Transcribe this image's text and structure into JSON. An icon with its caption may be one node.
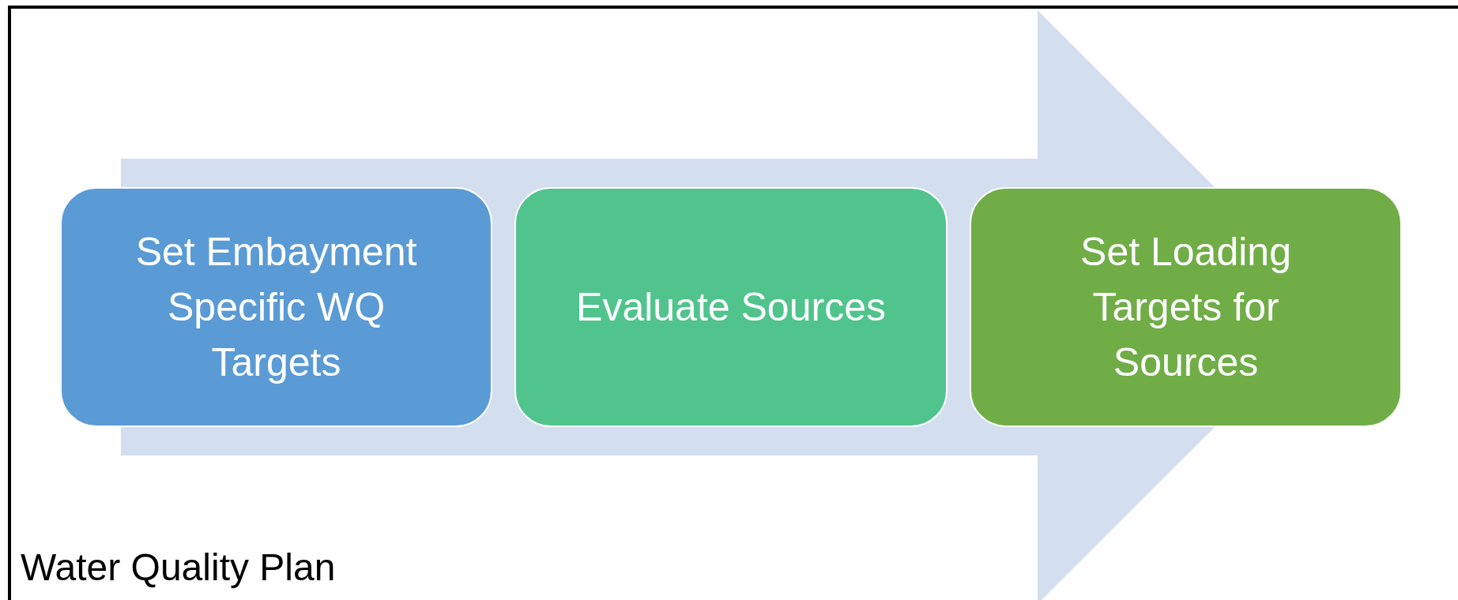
{
  "diagram": {
    "nodes": [
      {
        "text": [
          "Water Quality Plan"
        ]
      },
      {
        "text": [
          "Set Embayment Specific WQ Targets"
        ],
        "in": 0
      },
      {
        "text": [
          "Evaluate Sources"
        ],
        "in": 0
      },
      {
        "text": [
          "Set Loading Targets for Sources"
        ],
        "in": 0
      }
    ],
    "edges": [
      {
        "from": 1,
        "to": 3,
        "arrow": "to"
      }
    ]
  }
}
